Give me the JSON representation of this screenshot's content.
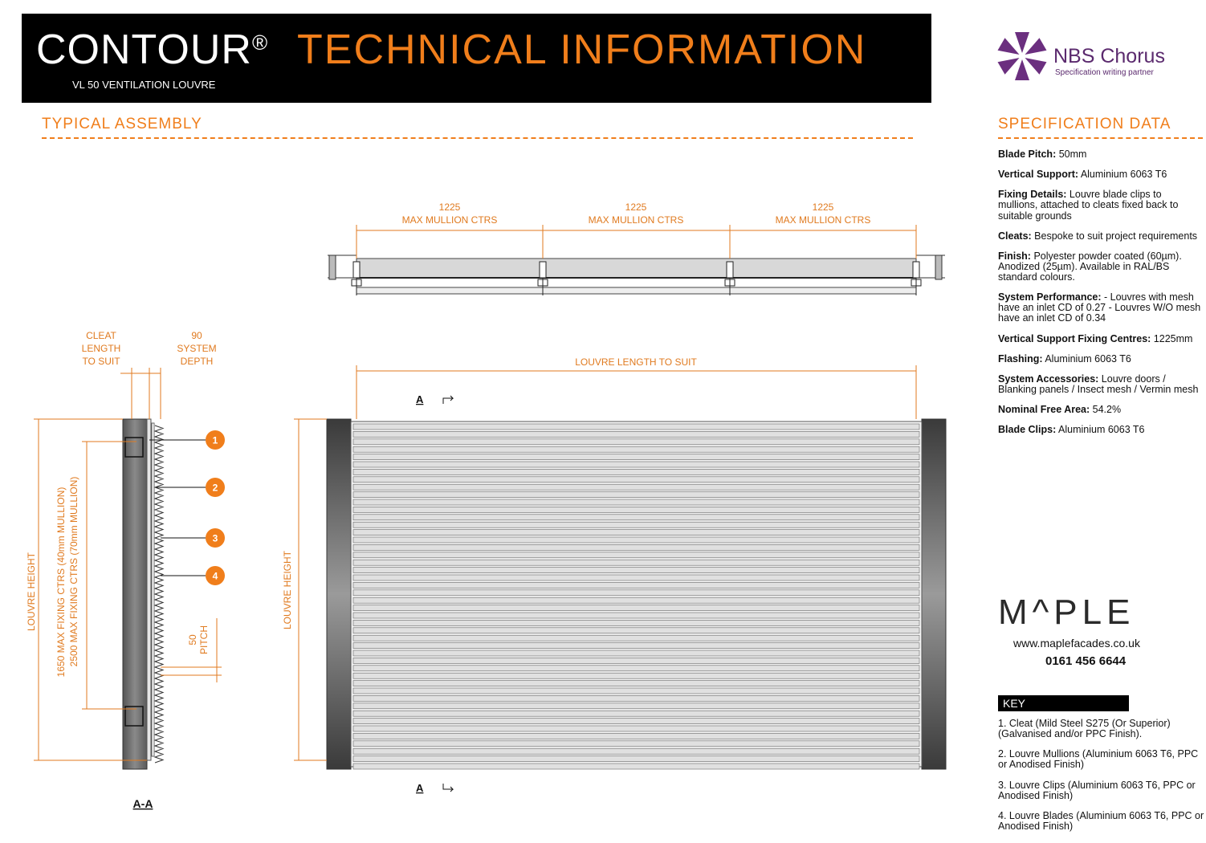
{
  "header": {
    "brand": "CONTOUR",
    "registered": "®",
    "heading": "TECHNICAL INFORMATION",
    "subtitle": "VL 50 VENTILATION LOUVRE"
  },
  "nbs": {
    "name": "NBS Chorus",
    "tagline": "Specification writing partner",
    "icon": "nbs-flower-logo"
  },
  "sections": {
    "assembly": "TYPICAL ASSEMBLY",
    "spec": "SPECIFICATION DATA"
  },
  "spec_data": [
    {
      "label": "Blade Pitch:",
      "value": " 50mm"
    },
    {
      "label": "Vertical Support:",
      "value": " Aluminium 6063 T6"
    },
    {
      "label": "Fixing Details:",
      "value": " Louvre blade clips to mullions, attached to cleats fixed back to suitable grounds"
    },
    {
      "label": "Cleats:",
      "value": " Bespoke to suit project requirements"
    },
    {
      "label": "Finish:",
      "value": " Polyester powder coated (60µm). Anodized (25µm). Available in RAL/BS standard colours."
    },
    {
      "label": "System Performance:",
      "value": " - Louvres with mesh have an inlet CD of 0.27 - Louvres W/O mesh have an inlet CD of 0.34"
    },
    {
      "label": "Vertical Support Fixing Centres:",
      "value": " 1225mm"
    },
    {
      "label": "Flashing:",
      "value": " Aluminium 6063 T6"
    },
    {
      "label": "System Accessories:",
      "value": " Louvre doors / Blanking panels / Insect mesh / Vermin mesh"
    },
    {
      "label": "Nominal Free Area:",
      "value": " 54.2%"
    },
    {
      "label": "Blade Clips:",
      "value": " Aluminium 6063 T6"
    }
  ],
  "maple": {
    "logo": "M^PLE",
    "url": "www.maplefacades.co.uk",
    "phone": "0161 456 6644"
  },
  "key": {
    "title": "KEY",
    "items": [
      "1. Cleat (Mild Steel S275 (Or Superior) (Galvanised and/or PPC Finish).",
      "2. Louvre Mullions (Aluminium 6063 T6, PPC or Anodised Finish)",
      "3. Louvre Clips (Aluminium 6063 T6, PPC or Anodised Finish)",
      "4. Louvre Blades (Aluminium 6063 T6, PPC or Anodised Finish)"
    ]
  },
  "drawing": {
    "mullion_dims": [
      {
        "value": "1225",
        "label": "MAX MULLION CTRS"
      },
      {
        "value": "1225",
        "label": "MAX MULLION CTRS"
      },
      {
        "value": "1225",
        "label": "MAX MULLION CTRS"
      }
    ],
    "louvre_length": "LOUVRE LENGTH TO SUIT",
    "louvre_height": "LOUVRE HEIGHT",
    "cleat": [
      "CLEAT",
      "LENGTH",
      "TO SUIT"
    ],
    "system_depth": [
      "90",
      "SYSTEM",
      "DEPTH"
    ],
    "fixing_ctrs_1": "1650 MAX FIXING CTRS (40mm MULLION)",
    "fixing_ctrs_2": "2500 MAX FIXING CTRS (70mm MULLION)",
    "pitch": [
      "50",
      "PITCH"
    ],
    "section_mark": "A",
    "section_label": "A-A",
    "callouts": [
      "1",
      "2",
      "3",
      "4"
    ]
  },
  "colors": {
    "accent": "#f07e1b",
    "dim": "#e07a1f",
    "nbs": "#5b2a6e",
    "banner": "#000000"
  }
}
